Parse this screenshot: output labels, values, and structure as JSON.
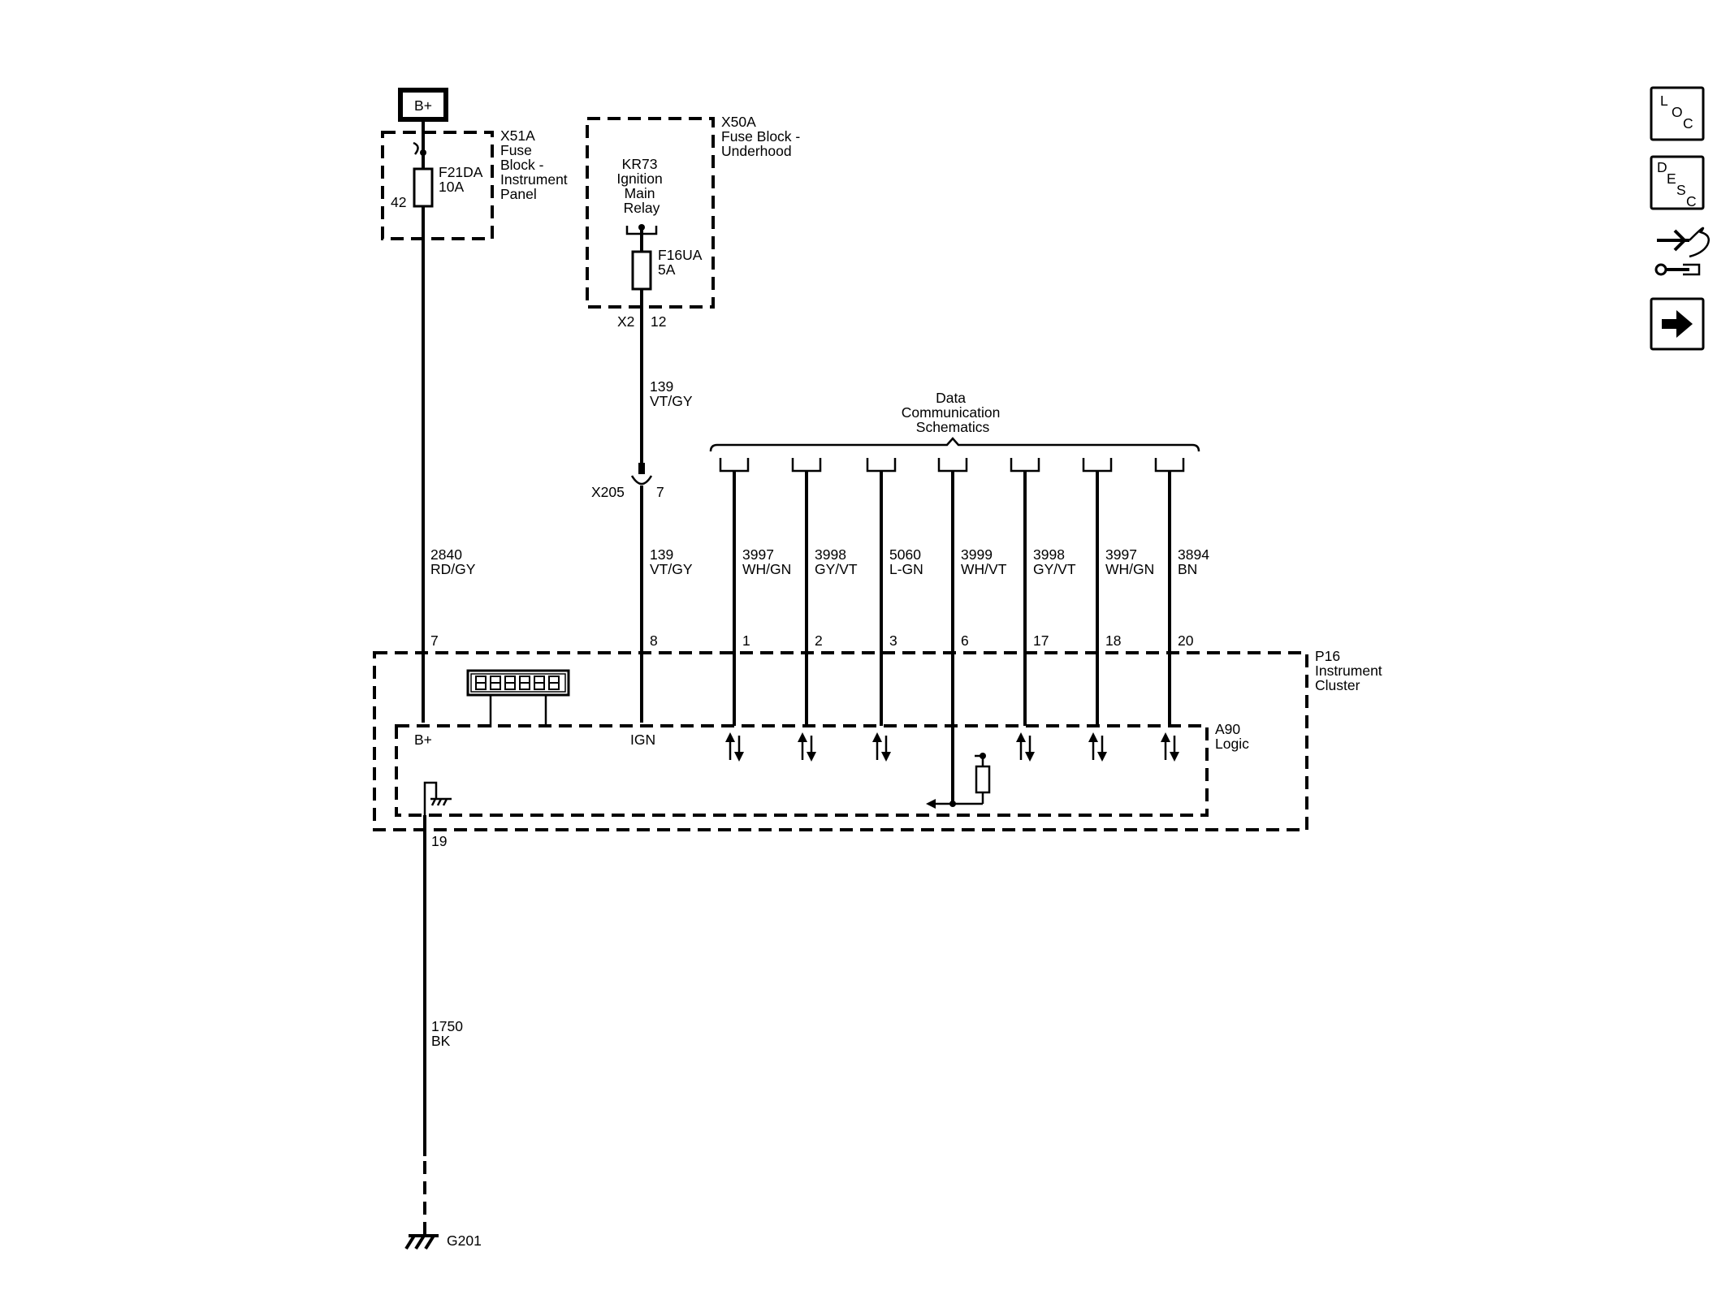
{
  "battery": {
    "label": "B+"
  },
  "x51a": {
    "lines": [
      "X51A",
      "Fuse",
      "Block -",
      "Instrument",
      "Panel"
    ],
    "fuse_lines": [
      "F21DA",
      "10A"
    ],
    "pin": "42"
  },
  "x50a": {
    "lines": [
      "X50A",
      "Fuse Block -",
      "Underhood"
    ],
    "relay_lines": [
      "KR73",
      "Ignition",
      "Main",
      "Relay"
    ],
    "fuse_lines": [
      "F16UA",
      "5A"
    ],
    "connector": "X2",
    "pin": "12"
  },
  "wire_139_top": {
    "circuit": "139",
    "color": "VT/GY"
  },
  "x205": {
    "label": "X205",
    "pin": "7"
  },
  "wire_2840": {
    "circuit": "2840",
    "color": "RD/GY",
    "pin": "7"
  },
  "wire_139": {
    "circuit": "139",
    "color": "VT/GY",
    "pin": "8"
  },
  "data_comm": {
    "lines": [
      "Data",
      "Communication",
      "Schematics"
    ]
  },
  "data_wires": [
    {
      "circuit": "3997",
      "color": "WH/GN",
      "pin": "1"
    },
    {
      "circuit": "3998",
      "color": "GY/VT",
      "pin": "2"
    },
    {
      "circuit": "5060",
      "color": "L-GN",
      "pin": "3"
    },
    {
      "circuit": "3999",
      "color": "WH/VT",
      "pin": "6"
    },
    {
      "circuit": "3998",
      "color": "GY/VT",
      "pin": "17"
    },
    {
      "circuit": "3997",
      "color": "WH/GN",
      "pin": "18"
    },
    {
      "circuit": "3894",
      "color": "BN",
      "pin": "20"
    }
  ],
  "p16": {
    "lines": [
      "P16",
      "Instrument",
      "Cluster"
    ]
  },
  "a90": {
    "lines": [
      "A90",
      "Logic"
    ]
  },
  "inner": {
    "bplus": "B+",
    "ign": "IGN"
  },
  "ground_pin": "19",
  "wire_1750": {
    "circuit": "1750",
    "color": "BK"
  },
  "ground": {
    "label": "G201"
  },
  "nav": {
    "loc": [
      "L",
      "O",
      "C"
    ],
    "desc": [
      "D",
      "E",
      "S",
      "C"
    ]
  }
}
